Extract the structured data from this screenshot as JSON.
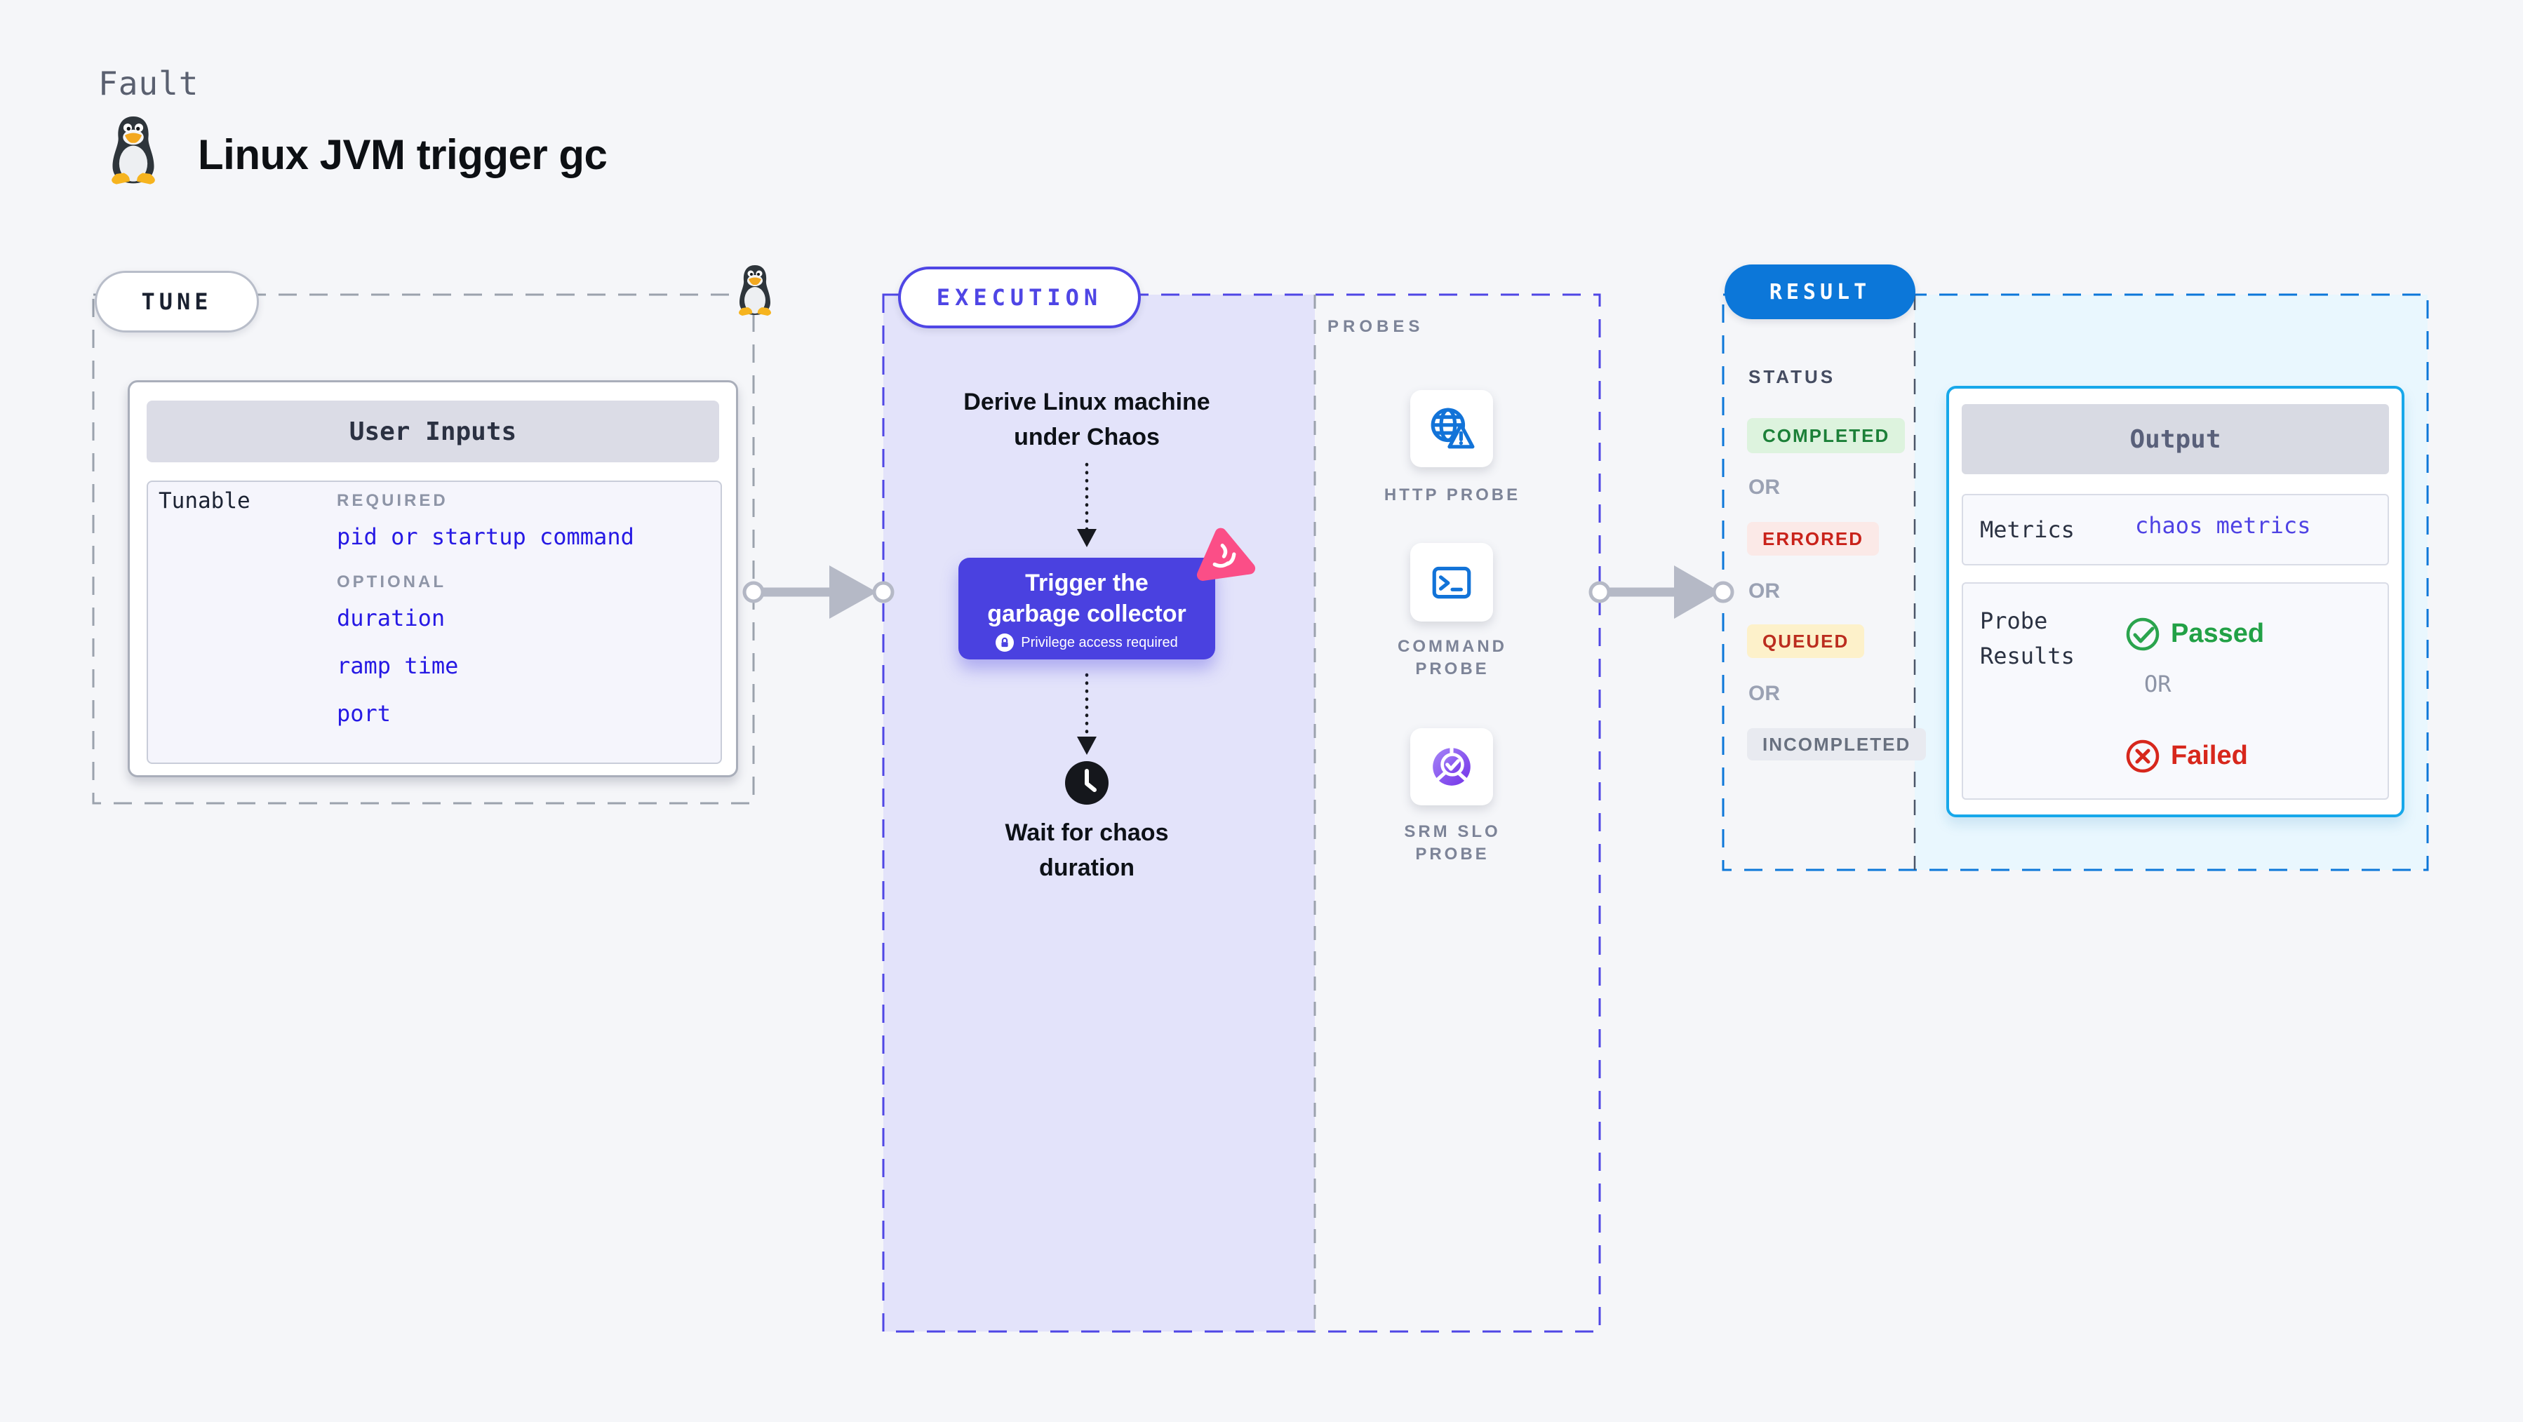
{
  "header": {
    "kicker": "Fault",
    "title": "Linux JVM trigger gc"
  },
  "tune": {
    "pill_label": "TUNE",
    "card": {
      "title": "User Inputs",
      "row_label": "Tunable",
      "required_label": "REQUIRED",
      "required_items": [
        "pid or startup command"
      ],
      "optional_label": "OPTIONAL",
      "optional_items": [
        "duration",
        "ramp time",
        "port"
      ]
    }
  },
  "execution": {
    "pill_label": "EXECUTION",
    "step1": {
      "line1": "Derive Linux machine",
      "line2": "under Chaos"
    },
    "node": {
      "line1": "Trigger the",
      "line2": "garbage collector",
      "badge": "Privilege access required"
    },
    "step3": {
      "line1": "Wait for chaos",
      "line2": "duration"
    }
  },
  "probes": {
    "label": "PROBES",
    "items": [
      {
        "icon": "globe-alert-icon",
        "lines": [
          "HTTP PROBE"
        ]
      },
      {
        "icon": "terminal-icon",
        "lines": [
          "COMMAND",
          "PROBE"
        ]
      },
      {
        "icon": "slo-check-icon",
        "lines": [
          "SRM SLO",
          "PROBE"
        ]
      }
    ]
  },
  "result": {
    "pill_label": "RESULT",
    "status_label": "STATUS",
    "or_label": "OR",
    "statuses": [
      {
        "label": "COMPLETED",
        "bg": "#ddf3de",
        "color": "#1c8038"
      },
      {
        "label": "ERRORED",
        "bg": "#fbe9e7",
        "color": "#c9221a"
      },
      {
        "label": "QUEUED",
        "bg": "#fdf1ca",
        "color": "#bb2d1f"
      },
      {
        "label": "INCOMPLETED",
        "bg": "#e8eaf0",
        "color": "#68707f"
      }
    ],
    "output": {
      "title": "Output",
      "metrics_label": "Metrics",
      "metrics_value": "chaos metrics",
      "probe_results_line1": "Probe",
      "probe_results_line2": "Results",
      "passed_label": "Passed",
      "or_label": "OR",
      "failed_label": "Failed"
    }
  },
  "colors": {
    "page_bg": "#f5f6f9",
    "indigo_accent": "#4f46e5",
    "node_bg": "#4a41e0",
    "execution_fill": "#e3e3fa",
    "result_blue": "#0c77d9",
    "result_fill": "#e9f7fe",
    "output_border": "#17a8ea",
    "link_blue": "#2619e4",
    "passed_green": "#22a146",
    "failed_red": "#d7271c",
    "dash_gray": "#9ba2ad",
    "arrow_gray": "#b5b9c6",
    "pink_accent": "#fb4e87",
    "probe_icon_blue": "#1273d8"
  }
}
